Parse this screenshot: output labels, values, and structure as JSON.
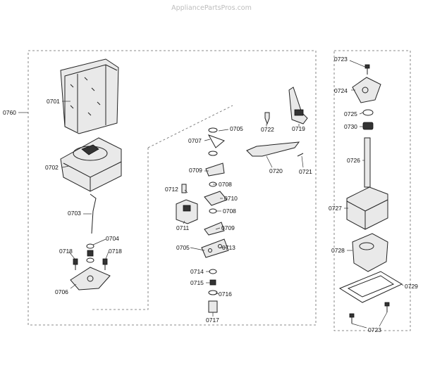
{
  "watermark": "AppliancePartsPros.com",
  "labels": {
    "p0701": "0701",
    "p0702": "0702",
    "p0703": "0703",
    "p0704": "0704",
    "p0705a": "0705",
    "p0705b": "0705",
    "p0706": "0706",
    "p0707": "0707",
    "p0708a": "0708",
    "p0708b": "0708",
    "p0709a": "0709",
    "p0709b": "0709",
    "p0710": "0710",
    "p0711": "0711",
    "p0712": "0712",
    "p0713": "0713",
    "p0714": "0714",
    "p0715": "0715",
    "p0716": "0716",
    "p0717": "0717",
    "p0718a": "0718",
    "p0718b": "0718",
    "p0719": "0719",
    "p0720": "0720",
    "p0721": "0721",
    "p0722": "0722",
    "p0723a": "0723",
    "p0723b": "0723",
    "p0724": "0724",
    "p0725": "0725",
    "p0726": "0726",
    "p0727": "0727",
    "p0728": "0728",
    "p0729": "0729",
    "p0730": "0730",
    "p0760": "0760"
  }
}
